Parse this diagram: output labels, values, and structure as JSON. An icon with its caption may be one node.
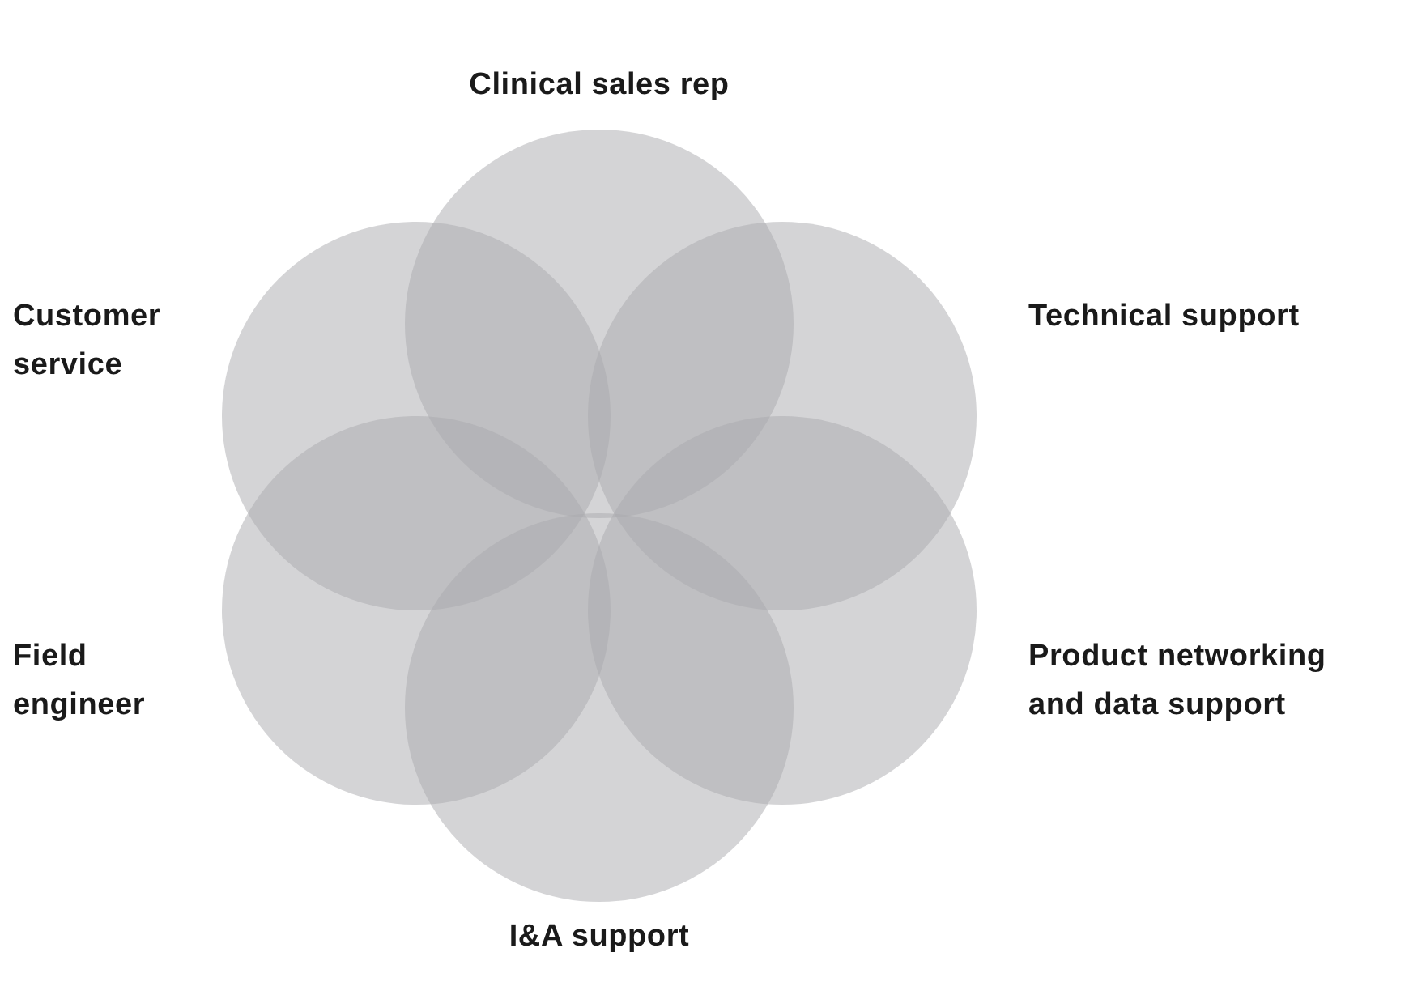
{
  "diagram": {
    "nodes": [
      {
        "text": [
          "Clinical sales rep"
        ]
      },
      {
        "text": [
          "Customer service"
        ]
      },
      {
        "text": [
          "Technical support"
        ]
      },
      {
        "text": [
          "Field engineer"
        ]
      },
      {
        "text": [
          "Product networking and data support"
        ]
      },
      {
        "text": [
          "I&A support"
        ]
      }
    ]
  }
}
